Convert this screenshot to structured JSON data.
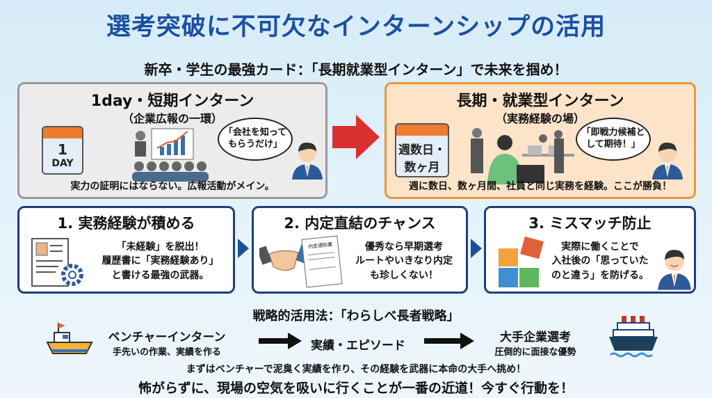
{
  "header": {
    "title": "選考突破に不可欠なインターンシップの活用",
    "subtitle": "新卒・学生の最強カード：「長期就業型インターン」で未来を掴め！"
  },
  "short_intern": {
    "title": "1day・短期インターン",
    "subtitle": "（企業広報の一環）",
    "calendar_line1": "1",
    "calendar_line2": "DAY",
    "speech": "「会社を知って\nもらうだけ」",
    "footer": "実力の証明にはならない。広報活動がメイン。"
  },
  "long_intern": {
    "title": "長期・就業型インターン",
    "subtitle": "（実務経験の場）",
    "calendar_line1": "週数日・",
    "calendar_line2": "数ヶ月",
    "speech": "「即戦力候補と\nして期待！」",
    "footer": "週に数日、数ヶ月間、社員と同じ実務を経験。ここが勝負！"
  },
  "benefits": [
    {
      "title": "1. 実務経験が積める",
      "lines": [
        "「未経験」を脱出！",
        "履歴書に「実務経験あり」",
        "と書ける最強の武器。"
      ]
    },
    {
      "title": "2. 内定直結のチャンス",
      "doc_label": "内定通知書",
      "lines": [
        "優秀なら早期選考",
        "ルートやいきなり内定",
        "も珍しくない！"
      ]
    },
    {
      "title": "3. ミスマッチ防止",
      "lines": [
        "実際に働くことで",
        "入社後の「思っていた",
        "のと違う」を防げる。"
      ]
    }
  ],
  "strategy": {
    "title": "戦略的活用法：「わらしべ長者戦略」",
    "step1_title": "ベンチャーインターン",
    "step1_sub": "手先いの作業、実績を作る",
    "step2_title": "実績・エピソード",
    "step3_title": "大手企業選考",
    "step3_sub": "圧倒的に面接な優勢",
    "summary": "まずはベンチャーで泥臭く実績を作り、その経験を武器に本命の大手へ挑め！",
    "closing": "怖がらずに、現場の空気を吸いに行くことが一番の近道！今すぐ行動を！"
  },
  "colors": {
    "title": "#1b4fa3",
    "accent_orange": "#ef7b2e",
    "navy": "#1c3f7a",
    "red_arrow": "#d93030"
  }
}
